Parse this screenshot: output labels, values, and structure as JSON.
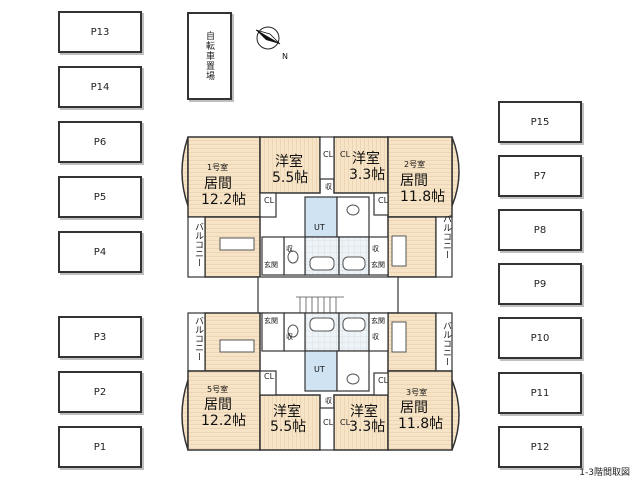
{
  "parking": {
    "left": [
      "P13",
      "P14",
      "P6",
      "P5",
      "P4",
      "P3",
      "P2",
      "P1"
    ],
    "right": [
      "P15",
      "P7",
      "P8",
      "P9",
      "P10",
      "P11",
      "P12"
    ]
  },
  "bike_parking": "自転車置場",
  "compass_label": "N",
  "rooms": {
    "r1": {
      "number": "1号室",
      "living": "居間",
      "living_size": "12.2帖",
      "western": "洋室",
      "western_size": "5.5帖"
    },
    "r2": {
      "number": "2号室",
      "living": "居間",
      "living_size": "11.8帖",
      "western": "洋室",
      "western_size": "3.3帖"
    },
    "r5": {
      "number": "5号室",
      "living": "居間",
      "living_size": "12.2帖",
      "western": "洋室",
      "western_size": "5.5帖"
    },
    "r3": {
      "number": "3号室",
      "living": "居間",
      "living_size": "11.8帖",
      "western": "洋室",
      "western_size": "3.3帖"
    }
  },
  "labels": {
    "balcony": "バルコニー",
    "ut": "UT",
    "storage": "収",
    "entrance": "玄関",
    "cl": "CL",
    "caption": "1-3階間取図"
  }
}
